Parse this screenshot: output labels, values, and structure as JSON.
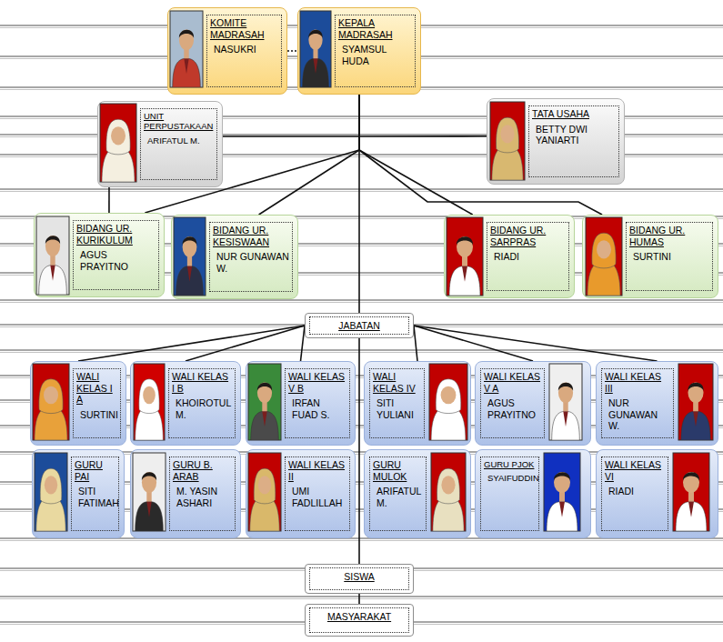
{
  "diagram": {
    "nodes": [
      {
        "text": [
          "KOMITE MADRASAH",
          "NASUKRI"
        ]
      },
      {
        "text": [
          "KEPALA MADRASAH",
          "SYAMSUL HUDA"
        ]
      },
      {
        "text": [
          "UNIT PERPUSTAKAAN",
          "ARIFATUL M."
        ]
      },
      {
        "text": [
          "TATA USAHA",
          "BETTY DWI YANIARTI"
        ]
      },
      {
        "text": [
          "BIDANG UR. KURIKULUM",
          "AGUS PRAYITNO"
        ]
      },
      {
        "text": [
          "BIDANG UR. KESISWAAN",
          "NUR GUNAWAN W."
        ]
      },
      {
        "text": [
          "BIDANG UR. SARPRAS",
          "RIADI"
        ]
      },
      {
        "text": [
          "BIDANG UR. HUMAS",
          "SURTINI"
        ]
      },
      {
        "text": [
          "JABATAN"
        ]
      },
      {
        "text": [
          "WALI KELAS I A",
          "SURTINI"
        ]
      },
      {
        "text": [
          "WALI KELAS I B",
          "KHOIROTUL M."
        ]
      },
      {
        "text": [
          "WALI KELAS V B",
          "IRFAN FUAD S."
        ]
      },
      {
        "text": [
          "WALI KELAS IV",
          "SITI YULIANI"
        ]
      },
      {
        "text": [
          "WALI KELAS V A",
          "AGUS PRAYITNO"
        ]
      },
      {
        "text": [
          "WALI KELAS III",
          "NUR GUNAWAN W."
        ]
      },
      {
        "text": [
          "GURU PAI",
          "SITI FATIMAH"
        ]
      },
      {
        "text": [
          "GURU B. ARAB",
          "M. YASIN ASHARI"
        ]
      },
      {
        "text": [
          "WALI KELAS II",
          "UMI FADLILLAH"
        ]
      },
      {
        "text": [
          "GURU MULOK",
          "ARIFATUL M."
        ]
      },
      {
        "text": [
          "GURU PJOK",
          "SYAIFUDDIN"
        ]
      },
      {
        "text": [
          "WALI KELAS VI",
          "RIADI"
        ]
      },
      {
        "text": [
          "SISWA"
        ]
      },
      {
        "text": [
          "MASYARAKAT"
        ]
      }
    ],
    "edges": [
      {
        "from": 0,
        "to": 1,
        "arrow": "none"
      },
      {
        "from": 1,
        "to": 2,
        "arrow": "none"
      },
      {
        "from": 1,
        "to": 3,
        "arrow": "none"
      },
      {
        "from": 1,
        "to": 4,
        "arrow": "none"
      },
      {
        "from": 1,
        "to": 5,
        "arrow": "none"
      },
      {
        "from": 1,
        "to": 6,
        "arrow": "none"
      },
      {
        "from": 1,
        "to": 7,
        "arrow": "none"
      },
      {
        "from": 1,
        "to": 8,
        "arrow": "none"
      },
      {
        "from": 2,
        "to": 4,
        "arrow": "none"
      },
      {
        "from": 8,
        "to": 9,
        "arrow": "none"
      },
      {
        "from": 8,
        "to": 10,
        "arrow": "none"
      },
      {
        "from": 8,
        "to": 11,
        "arrow": "none"
      },
      {
        "from": 8,
        "to": 12,
        "arrow": "none"
      },
      {
        "from": 8,
        "to": 13,
        "arrow": "none"
      },
      {
        "from": 8,
        "to": 14,
        "arrow": "none"
      },
      {
        "from": 8,
        "to": 21,
        "arrow": "none"
      },
      {
        "from": 21,
        "to": 22,
        "arrow": "none"
      }
    ]
  }
}
